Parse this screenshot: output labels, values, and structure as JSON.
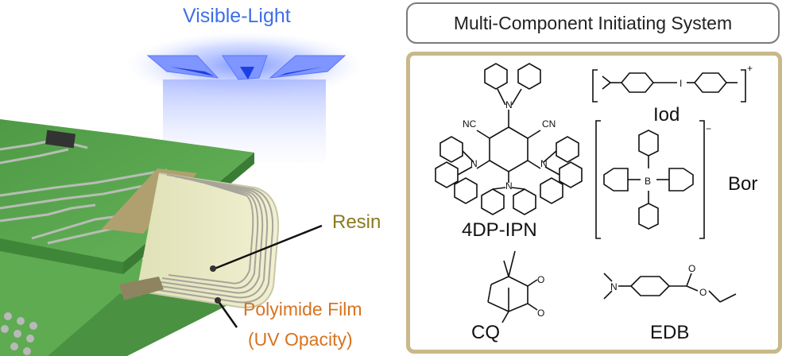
{
  "scene": {
    "light_label": "Visible-Light",
    "resin_label": "Resin",
    "film_label_line1": "Polyimide Film",
    "film_label_line2": "(UV Opacity)"
  },
  "panel": {
    "title": "Multi-Component Initiating System",
    "chemicals": {
      "photocatalyst": "4DP-IPN",
      "iodonium": "Iod",
      "borate": "Bor",
      "camphorquinone": "CQ",
      "amine": "EDB"
    },
    "atoms": {
      "nitrogen": "N",
      "nitrile": "NC",
      "nitrile_right": "CN",
      "iodine": "I",
      "boron": "B",
      "oxygen": "O",
      "plus_charge": "+",
      "minus_charge": "−"
    }
  },
  "colors": {
    "light_blue": "#3f6fe6",
    "board_green": "#56a64c",
    "resin_text": "#8a7a1f",
    "film_text": "#d8731f",
    "panel_border": "#c8b88a"
  }
}
